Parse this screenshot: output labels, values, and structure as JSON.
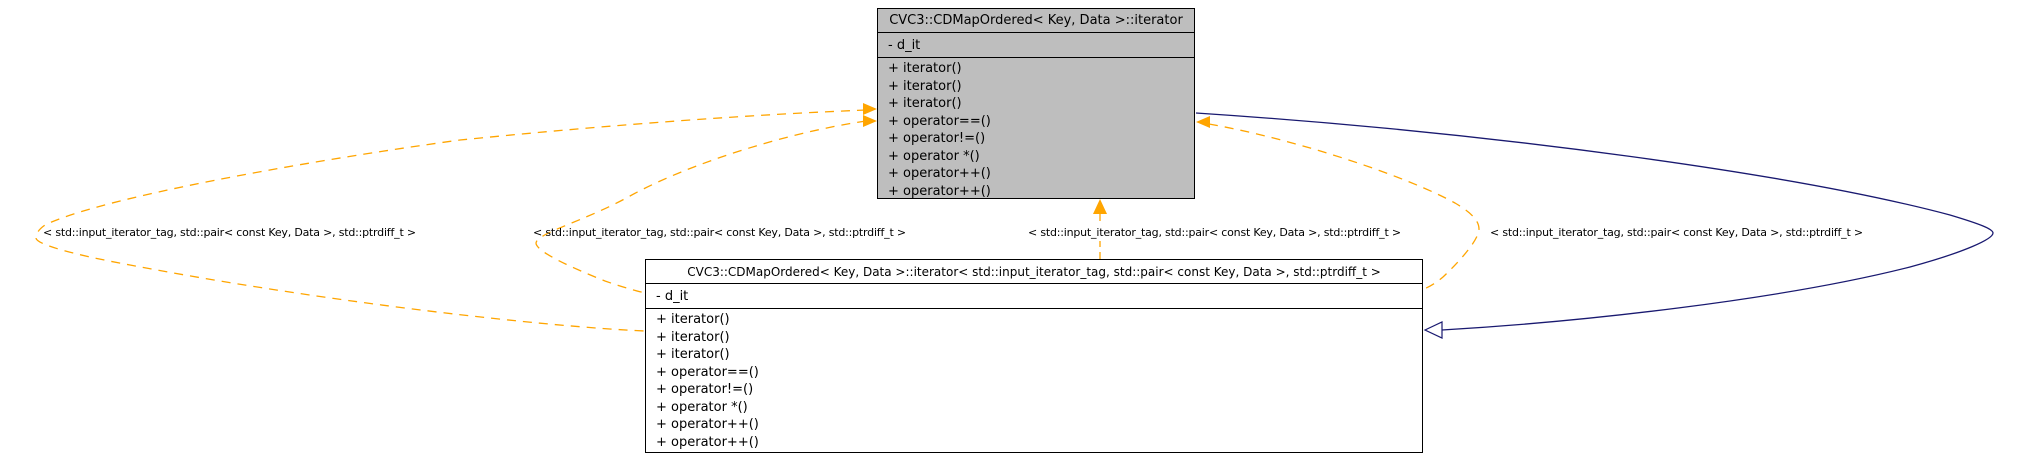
{
  "diagram": {
    "colors": {
      "template_edge": "#ffa500",
      "inheritance_edge": "#191970",
      "highlighted_node_fill": "#bebebe",
      "node_fill": "#ffffff",
      "node_border": "#000000"
    },
    "nodes": {
      "template_class": {
        "title": "CVC3::CDMapOrdered< Key, Data >::iterator",
        "attributes": [
          "- d_it"
        ],
        "methods": [
          "+ iterator()",
          "+ iterator()",
          "+ iterator()",
          "+ operator==()",
          "+ operator!=()",
          "+ operator *()",
          "+ operator++()",
          "+ operator++()"
        ]
      },
      "instance_class": {
        "title": "CVC3::CDMapOrdered< Key, Data >::iterator< std::input_iterator_tag, std::pair< const Key, Data >, std::ptrdiff_t >",
        "attributes": [
          "- d_it"
        ],
        "methods": [
          "+ iterator()",
          "+ iterator()",
          "+ iterator()",
          "+ operator==()",
          "+ operator!=()",
          "+ operator *()",
          "+ operator++()",
          "+ operator++()"
        ]
      }
    },
    "edge_labels": [
      "< std::input_iterator_tag, std::pair< const Key, Data >, std::ptrdiff_t >",
      "< std::input_iterator_tag, std::pair< const Key, Data >, std::ptrdiff_t >",
      "< std::input_iterator_tag, std::pair< const Key, Data >, std::ptrdiff_t >",
      "< std::input_iterator_tag, std::pair< const Key, Data >, std::ptrdiff_t >"
    ]
  }
}
